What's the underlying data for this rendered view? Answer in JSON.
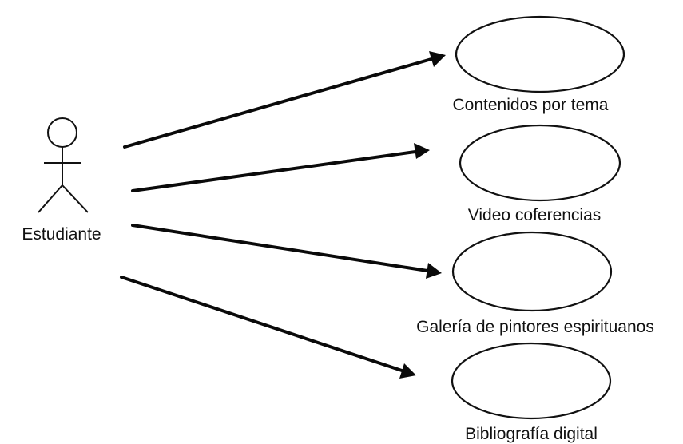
{
  "actor": {
    "name": "Estudiante"
  },
  "use_cases": [
    {
      "label": "Contenidos por tema"
    },
    {
      "label": "Video coferencias"
    },
    {
      "label": "Galería de pintores espirituanos"
    },
    {
      "label": "Bibliografía digital"
    }
  ],
  "colors": {
    "ink": "#111111",
    "background": "#ffffff"
  }
}
